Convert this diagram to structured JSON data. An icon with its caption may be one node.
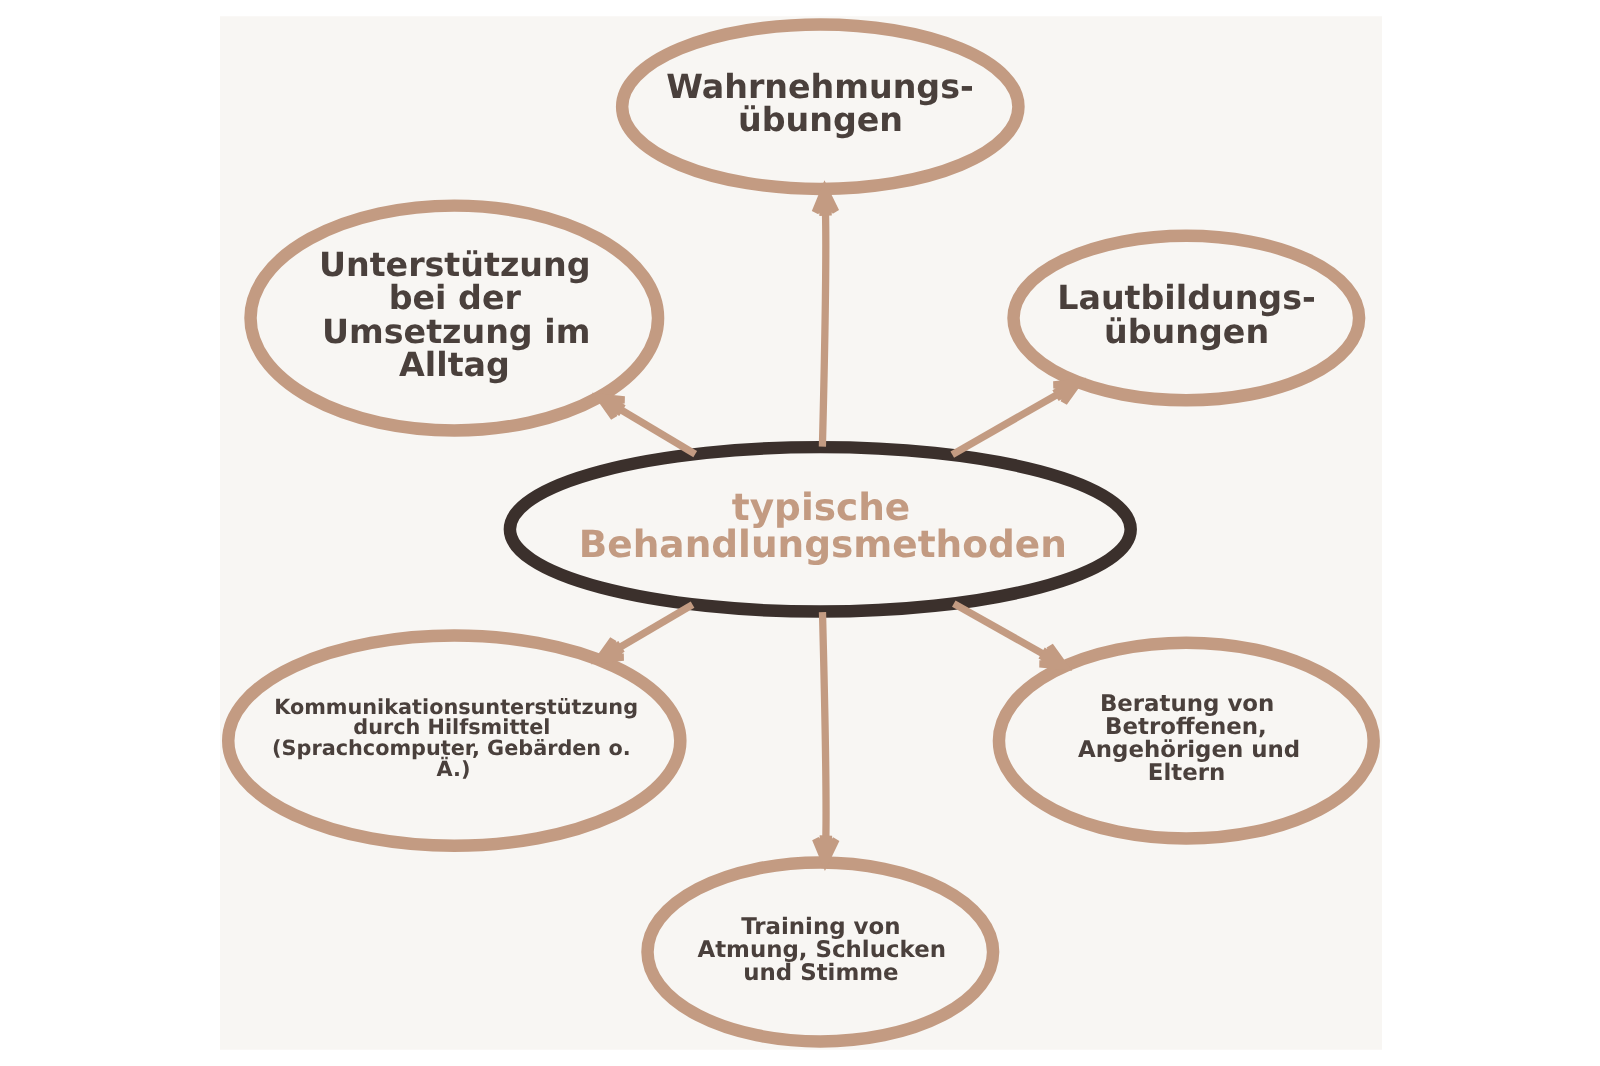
{
  "diagram": {
    "nodes": [
      {
        "text": [
          "Wahrnehmungs- übungen"
        ]
      },
      {
        "text": [
          "Unterstützung bei der Umsetzung im Alltag"
        ]
      },
      {
        "text": [
          "Lautbildungs- übungen"
        ]
      },
      {
        "text": [
          "typische Behandlungsmethoden"
        ]
      },
      {
        "text": [
          "Kommunikationsunterstützung durch Hilfsmittel (Sprachcomputer, Gebärden o. Ä.)"
        ]
      },
      {
        "text": [
          "Beratung von Betroffenen, Angehörigen und Eltern"
        ]
      },
      {
        "text": [
          "Training von Atmung, Schlucken und Stimme"
        ]
      }
    ],
    "edges": [
      {
        "from": 3,
        "to": 0,
        "arrow": "to"
      },
      {
        "from": 3,
        "to": 1,
        "arrow": "to"
      },
      {
        "from": 3,
        "to": 2,
        "arrow": "to"
      },
      {
        "from": 3,
        "to": 4,
        "arrow": "to"
      },
      {
        "from": 3,
        "to": 5,
        "arrow": "to"
      },
      {
        "from": 3,
        "to": 6,
        "arrow": "to"
      }
    ]
  }
}
